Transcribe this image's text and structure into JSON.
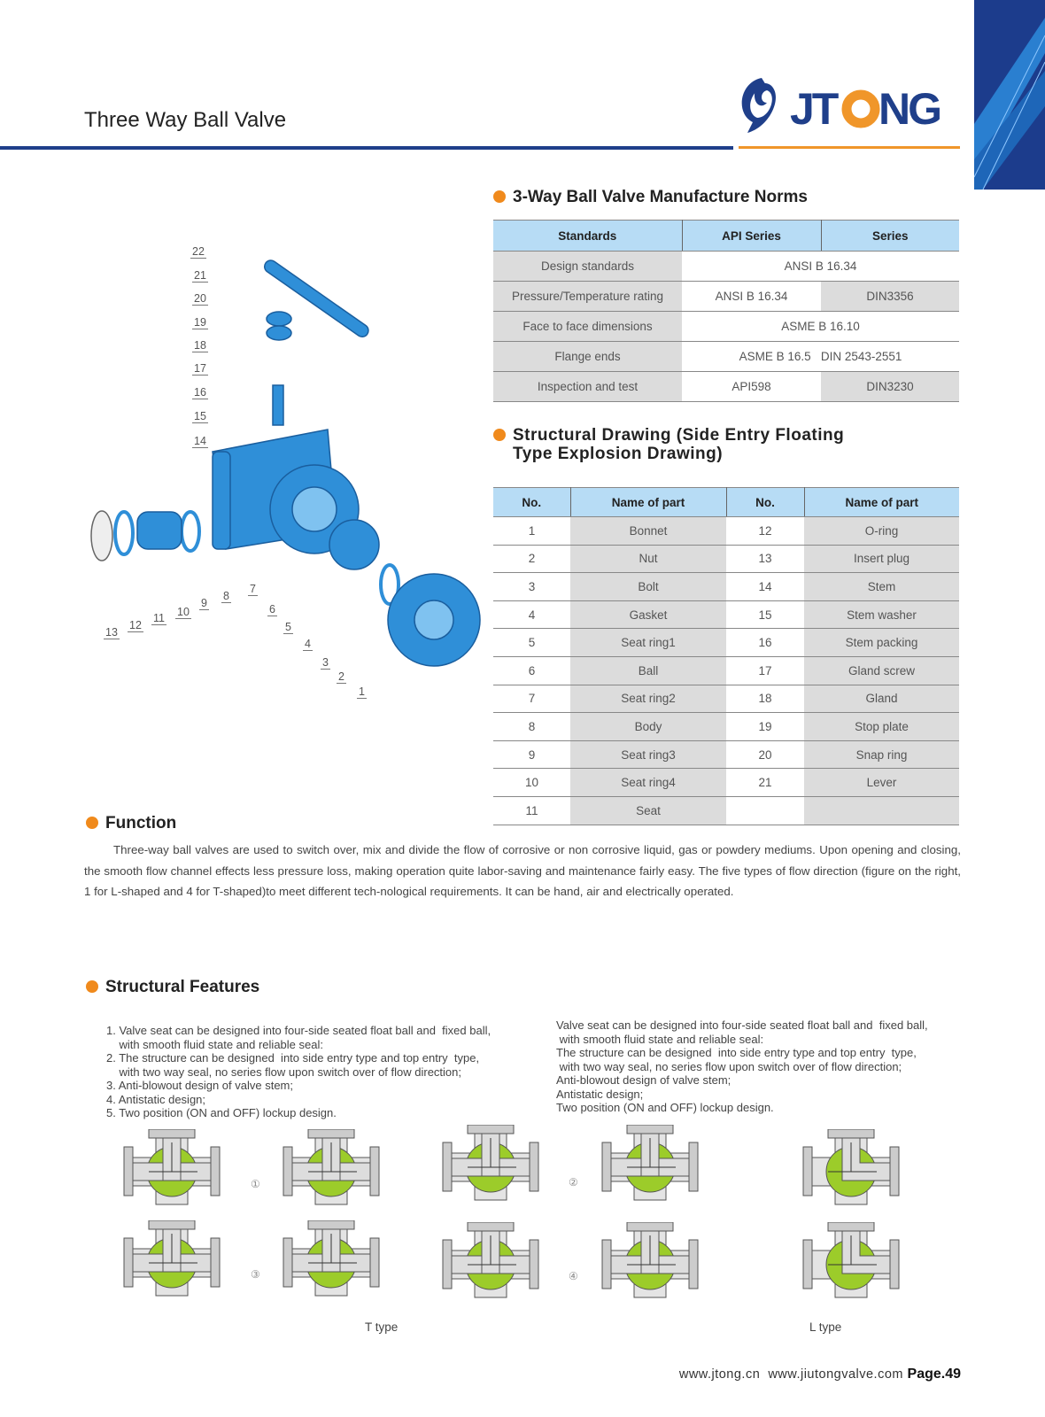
{
  "header": {
    "title": "Three Way Ball Valve",
    "logo_text": "JTONG"
  },
  "norms": {
    "heading": "3-Way Ball Valve Manufacture Norms",
    "columns": [
      "Standards",
      "API Series",
      "Series"
    ],
    "rows": [
      {
        "label": "Design standards",
        "merged": "ANSI B 16.34"
      },
      {
        "label": "Pressure/Temperature rating",
        "api": "ANSI B 16.34",
        "series": "DIN3356"
      },
      {
        "label": "Face to face dimensions",
        "merged": "ASME B 16.10"
      },
      {
        "label": "Flange ends",
        "merged": "ASME B 16.5   DIN 2543-2551"
      },
      {
        "label": "Inspection and test",
        "api": "API598",
        "series": "DIN3230"
      }
    ]
  },
  "structural": {
    "heading_line1": "Structural Drawing (Side Entry Floating",
    "heading_line2": "Type Explosion Drawing)",
    "columns": [
      "No.",
      "Name of part",
      "No.",
      "Name of part"
    ],
    "rows": [
      [
        "1",
        "Bonnet",
        "12",
        "O-ring"
      ],
      [
        "2",
        "Nut",
        "13",
        "Insert plug"
      ],
      [
        "3",
        "Bolt",
        "14",
        "Stem"
      ],
      [
        "4",
        "Gasket",
        "15",
        "Stem washer"
      ],
      [
        "5",
        "Seat ring1",
        "16",
        "Stem packing"
      ],
      [
        "6",
        "Ball",
        "17",
        "Gland screw"
      ],
      [
        "7",
        "Seat ring2",
        "18",
        "Gland"
      ],
      [
        "8",
        "Body",
        "19",
        "Stop plate"
      ],
      [
        "9",
        "Seat ring3",
        "20",
        "Snap ring"
      ],
      [
        "10",
        "Seat ring4",
        "21",
        "Lever"
      ],
      [
        "11",
        "Seat",
        "",
        ""
      ]
    ],
    "callouts": [
      "22",
      "21",
      "20",
      "19",
      "18",
      "17",
      "16",
      "15",
      "14",
      "13",
      "12",
      "11",
      "10",
      "9",
      "8",
      "7",
      "6",
      "5",
      "4",
      "3",
      "2",
      "1"
    ]
  },
  "function": {
    "heading": "Function",
    "text": "Three-way ball valves are used to switch over, mix and divide the flow of corrosive or non corrosive liquid, gas or powdery mediums. Upon opening and closing, the smooth flow channel effects less pressure loss, making operation quite labor-saving and maintenance fairly easy. The five types of flow direction (figure on the right, 1 for L-shaped and 4 for T-shaped)to meet different tech-nological requirements. It can be hand, air and electrically operated."
  },
  "features": {
    "heading": "Structural Features",
    "left": [
      "1. Valve seat can be designed into four-side seated float ball and  fixed ball,",
      "    with smooth fluid state and reliable seal:",
      "2. The structure can be designed  into side entry type and top entry  type,",
      "    with two way seal, no series flow upon switch over of flow direction;",
      "3. Anti-blowout design of valve stem;",
      "4. Antistatic design;",
      "5. Two position (ON and OFF) lockup design."
    ],
    "right": [
      "Valve seat can be designed into four-side seated float ball and  fixed ball,",
      " with smooth fluid state and reliable seal:",
      "The structure can be designed  into side entry type and top entry  type,",
      " with two way seal, no series flow upon switch over of flow direction;",
      "Anti-blowout design of valve stem;",
      "Antistatic design;",
      "Two position (ON and OFF) lockup design."
    ]
  },
  "diagrams": {
    "labels": [
      "①",
      "②",
      "③",
      "④"
    ],
    "t_caption": "T type",
    "l_caption": "L type"
  },
  "footer": {
    "urls": "www.jtong.cn  www.jiutongvalve.com",
    "page": "Page.49"
  },
  "colors": {
    "blue": "#1f3f8a",
    "orange": "#f08a1c",
    "valve_blue": "#2f8fd8",
    "ball_green": "#9ccc2a"
  }
}
